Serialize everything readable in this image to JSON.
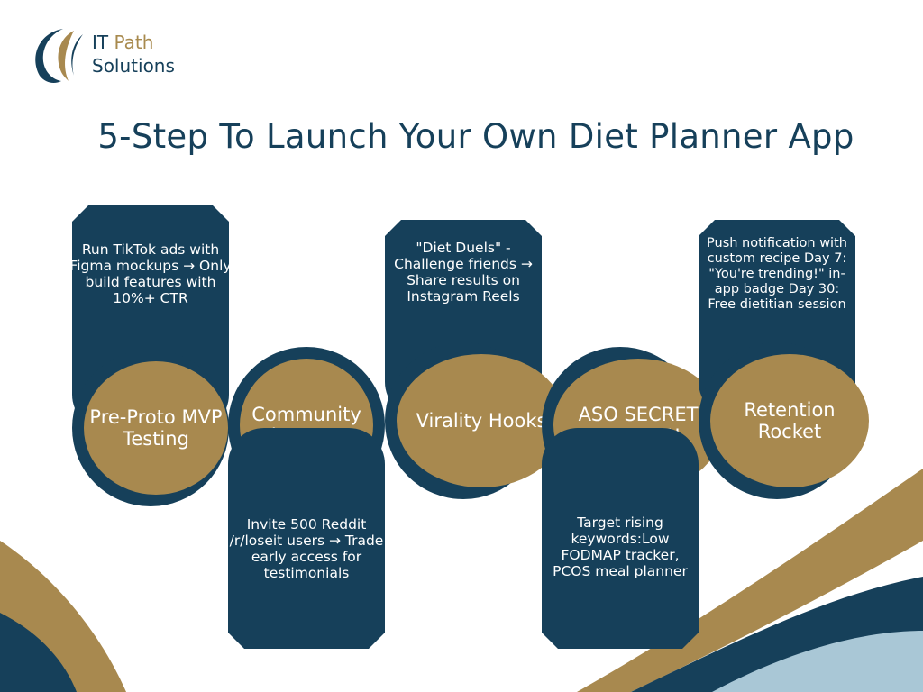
{
  "brand": {
    "name_line1_a": "IT",
    "name_line1_b": "Path",
    "name_line2": "Solutions",
    "colors": {
      "navy": "#16405a",
      "gold": "#a8894f",
      "light_blue": "#a9c7d6"
    }
  },
  "title": "5-Step To Launch Your Own Diet Planner App",
  "steps": [
    {
      "name": "Pre-Proto MVP Testing",
      "description": "Run TikTok ads with Figma mockups → Only build features with 10%+ CTR",
      "position": "above"
    },
    {
      "name": "Community First Beta",
      "description": "Invite 500 Reddit /r/loseit users → Trade early access for testimonials",
      "position": "below"
    },
    {
      "name": "Virality Hooks",
      "description": "\"Diet Duels\" - Challenge friends → Share results on Instagram Reels",
      "position": "above"
    },
    {
      "name": "ASO SECRET WEAPON",
      "description": "Target rising keywords:Low FODMAP tracker, PCOS meal planner",
      "position": "below"
    },
    {
      "name": "Retention Rocket",
      "description": "Push notification with custom recipe Day 7: \"You're trending!\" in-app badge Day 30: Free dietitian session",
      "position": "above"
    }
  ]
}
